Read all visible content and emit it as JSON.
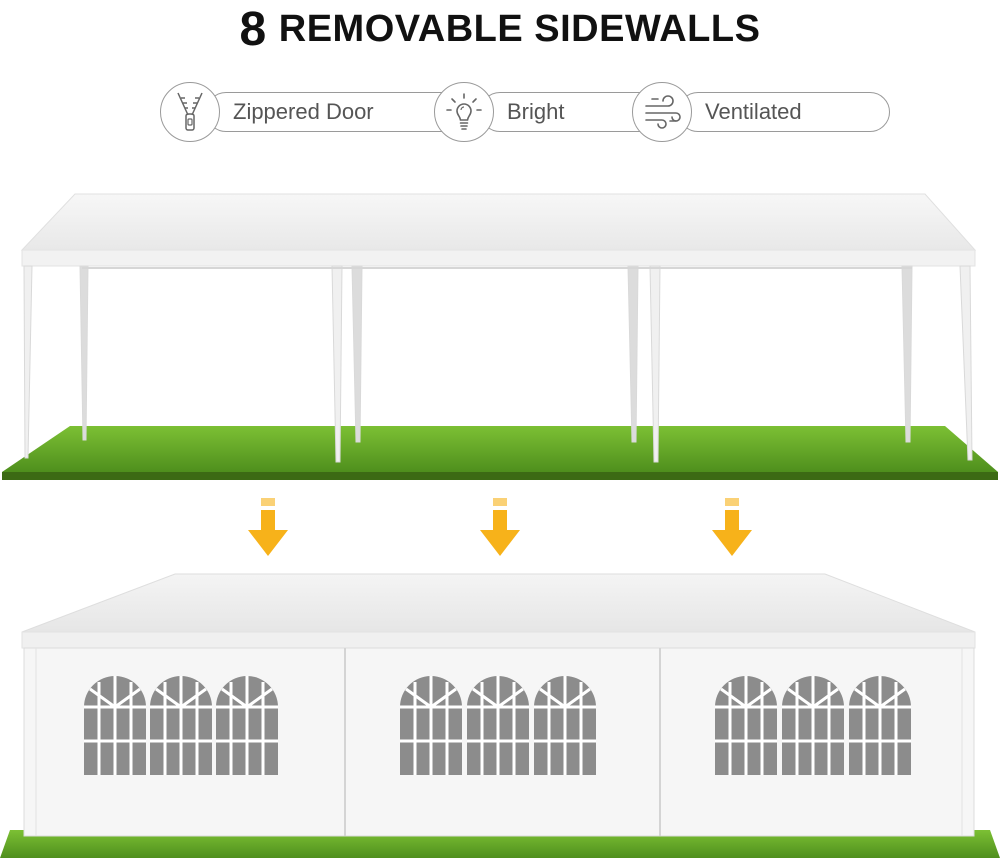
{
  "headline": {
    "number": "8",
    "text": "REMOVABLE SIDEWALLS"
  },
  "features": [
    {
      "label": "Zippered Door",
      "icon": "zipper-icon"
    },
    {
      "label": "Bright",
      "icon": "light-bulb-icon"
    },
    {
      "label": "Ventilated",
      "icon": "wind-icon"
    }
  ],
  "colors": {
    "canopy": "#f5f5f5",
    "pole": "#e9e9e9",
    "grass": "#6fb62f",
    "arrow": "#f7b21a",
    "window_pane": "#8c8c8c",
    "icon_stroke": "#666666"
  }
}
